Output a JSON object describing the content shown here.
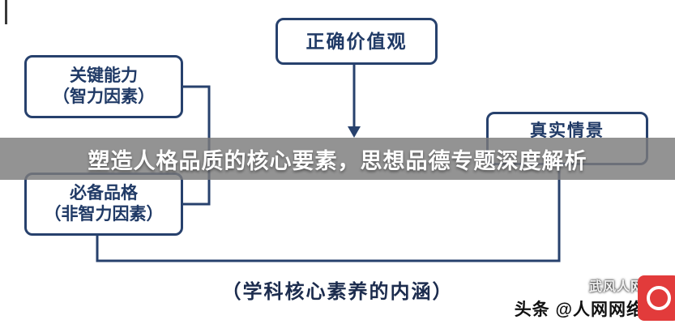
{
  "overlay_banner": {
    "title": "塑造人格品质的核心要素，思想品德专题深度解析"
  },
  "diagram": {
    "top_box": {
      "label": "正确价值观"
    },
    "left_top_box": {
      "line1": "关键能力",
      "line2": "（智力因素）"
    },
    "left_bottom_box": {
      "line1": "必备品格",
      "line2": "（非智力因素）"
    },
    "right_box": {
      "label": "真实情景"
    },
    "caption": "（学科核心素养的内涵）"
  },
  "watermark": {
    "brand": "武风人网",
    "handle": "头条 @人网网络"
  },
  "colors": {
    "box_border": "#27416d",
    "box_text": "#203a66",
    "banner_bg": "#7b7b7b",
    "banner_text": "#ffffff",
    "logo_red": "#e23b3b"
  }
}
